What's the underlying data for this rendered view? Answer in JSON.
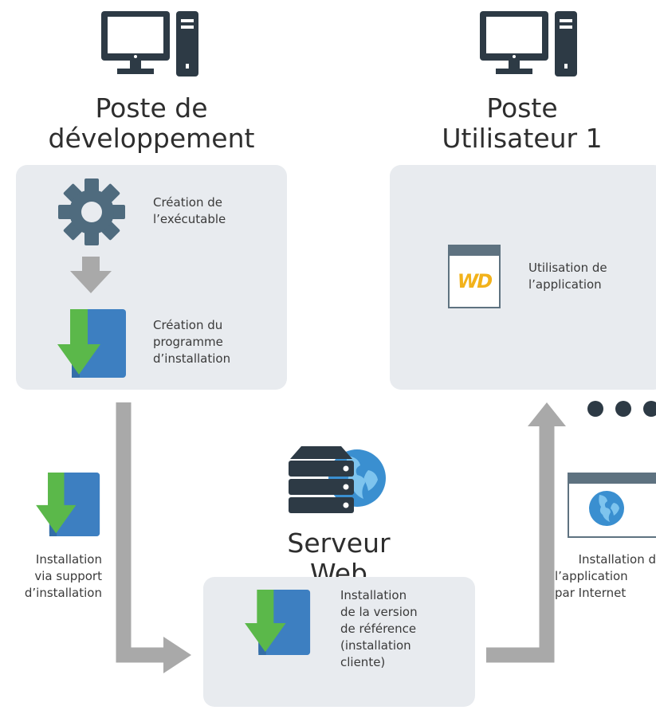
{
  "nodes": {
    "dev": {
      "title_line1": "Poste de",
      "title_line2": "développement"
    },
    "user": {
      "title_line1": "Poste",
      "title_line2": "Utilisateur 1"
    },
    "server": {
      "title_line1": "Serveur",
      "title_line2": "Web"
    }
  },
  "steps": {
    "create_exe": {
      "line1": "Création de",
      "line2": "l’exécutable"
    },
    "create_setup": {
      "line1": "Création du",
      "line2": "programme",
      "line3": "d’installation"
    },
    "use_app": {
      "line1": "Utilisation de",
      "line2": "l’application",
      "logo_text": "WD"
    },
    "support_install": {
      "line1": "Installation",
      "line2": "via support",
      "line3": "d’installation"
    },
    "reference_install": {
      "line1": "Installation",
      "line2": "de la version",
      "line3": "de référence",
      "line4": "(installation",
      "line5": "cliente)"
    },
    "internet_install": {
      "line1": "Installation d",
      "line2": "l’application",
      "line3": "par Internet"
    }
  },
  "icons": {
    "computer": "desktop-computer-icon",
    "gear": "gear-icon",
    "download": "download-installer-icon",
    "server": "web-server-icon",
    "browser": "browser-globe-icon",
    "app": "windev-app-icon",
    "more": "more-dots-icon"
  },
  "colors": {
    "panel": "#e8ebef",
    "icon_dark": "#2d3a45",
    "gear": "#4f6b7e",
    "arrow_gray": "#a9a9a9",
    "download_green": "#5bb84a",
    "installer_blue": "#3d7fc1",
    "globe_blue": "#3a8fd0",
    "logo_yellow": "#f2b21b"
  }
}
